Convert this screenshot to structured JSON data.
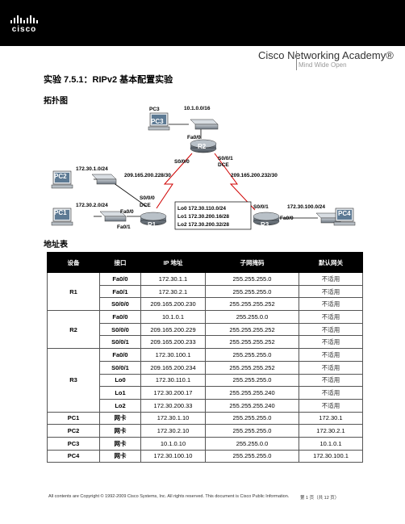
{
  "header": {
    "brand": "cisco",
    "academy_main": "Cisco Networking Academy®",
    "academy_sub": "Mind Wide Open"
  },
  "doc": {
    "title": "实验 7.5.1：RIPv2 基本配置实验",
    "sec_topology": "拓扑图",
    "sec_address": "地址表"
  },
  "topology": {
    "net_top": "10.1.0.0/16",
    "pc3": "PC3",
    "r2": "R2",
    "r2_fa": "Fa0/0",
    "r2_s000": "S0/0/0",
    "r2_s001": "S0/0/1",
    "r2_dce": "DCE",
    "link_left": "209.165.200.228/30",
    "link_right": "209.165.200.232/30",
    "net_pc2": "172.30.1.0/24",
    "pc2": "PC2",
    "net_pc1": "172.30.2.0/24",
    "pc1": "PC1",
    "r1": "R1",
    "r1_s000": "S0/0/0",
    "r1_dce": "DCE",
    "r1_fa00": "Fa0/0",
    "r1_fa01": "Fa0/1",
    "lo0": "Lo0 172.30.110.0/24",
    "lo1": "Lo1 172.30.200.16/28",
    "lo2": "Lo2 172.30.200.32/28",
    "r3": "R3",
    "r3_s001": "S0/0/1",
    "r3_fa": "Fa0/0",
    "net_pc4": "172.30.100.0/24",
    "pc4": "PC4"
  },
  "table": {
    "headers": [
      "设备",
      "接口",
      "IP 地址",
      "子网掩码",
      "默认网关"
    ],
    "rows": [
      {
        "dev": "R1",
        "iface": "Fa0/0",
        "ip": "172.30.1.1",
        "mask": "255.255.255.0",
        "gw": "不适用"
      },
      {
        "dev": "",
        "iface": "Fa0/1",
        "ip": "172.30.2.1",
        "mask": "255.255.255.0",
        "gw": "不适用"
      },
      {
        "dev": "",
        "iface": "S0/0/0",
        "ip": "209.165.200.230",
        "mask": "255.255.255.252",
        "gw": "不适用"
      },
      {
        "dev": "R2",
        "iface": "Fa0/0",
        "ip": "10.1.0.1",
        "mask": "255.255.0.0",
        "gw": "不适用"
      },
      {
        "dev": "",
        "iface": "S0/0/0",
        "ip": "209.165.200.229",
        "mask": "255.255.255.252",
        "gw": "不适用"
      },
      {
        "dev": "",
        "iface": "S0/0/1",
        "ip": "209.165.200.233",
        "mask": "255.255.255.252",
        "gw": "不适用"
      },
      {
        "dev": "R3",
        "iface": "Fa0/0",
        "ip": "172.30.100.1",
        "mask": "255.255.255.0",
        "gw": "不适用"
      },
      {
        "dev": "",
        "iface": "S0/0/1",
        "ip": "209.165.200.234",
        "mask": "255.255.255.252",
        "gw": "不适用"
      },
      {
        "dev": "",
        "iface": "Lo0",
        "ip": "172.30.110.1",
        "mask": "255.255.255.0",
        "gw": "不适用"
      },
      {
        "dev": "",
        "iface": "Lo1",
        "ip": "172.30.200.17",
        "mask": "255.255.255.240",
        "gw": "不适用"
      },
      {
        "dev": "",
        "iface": "Lo2",
        "ip": "172.30.200.33",
        "mask": "255.255.255.240",
        "gw": "不适用"
      },
      {
        "dev": "PC1",
        "iface": "网卡",
        "ip": "172.30.1.10",
        "mask": "255.255.255.0",
        "gw": "172.30.1"
      },
      {
        "dev": "PC2",
        "iface": "网卡",
        "ip": "172.30.2.10",
        "mask": "255.255.255.0",
        "gw": "172.30.2.1"
      },
      {
        "dev": "PC3",
        "iface": "网卡",
        "ip": "10.1.0.10",
        "mask": "255.255.0.0",
        "gw": "10.1.0.1"
      },
      {
        "dev": "PC4",
        "iface": "网卡",
        "ip": "172.30.100.10",
        "mask": "255.255.255.0",
        "gw": "172.30.100.1"
      }
    ]
  },
  "footer": {
    "copyright": "All contents are Copyright © 1992-2009 Cisco Systems, Inc. All rights reserved. This document is Cisco Public Information.",
    "page": "第 1 页（共 12 页）"
  }
}
